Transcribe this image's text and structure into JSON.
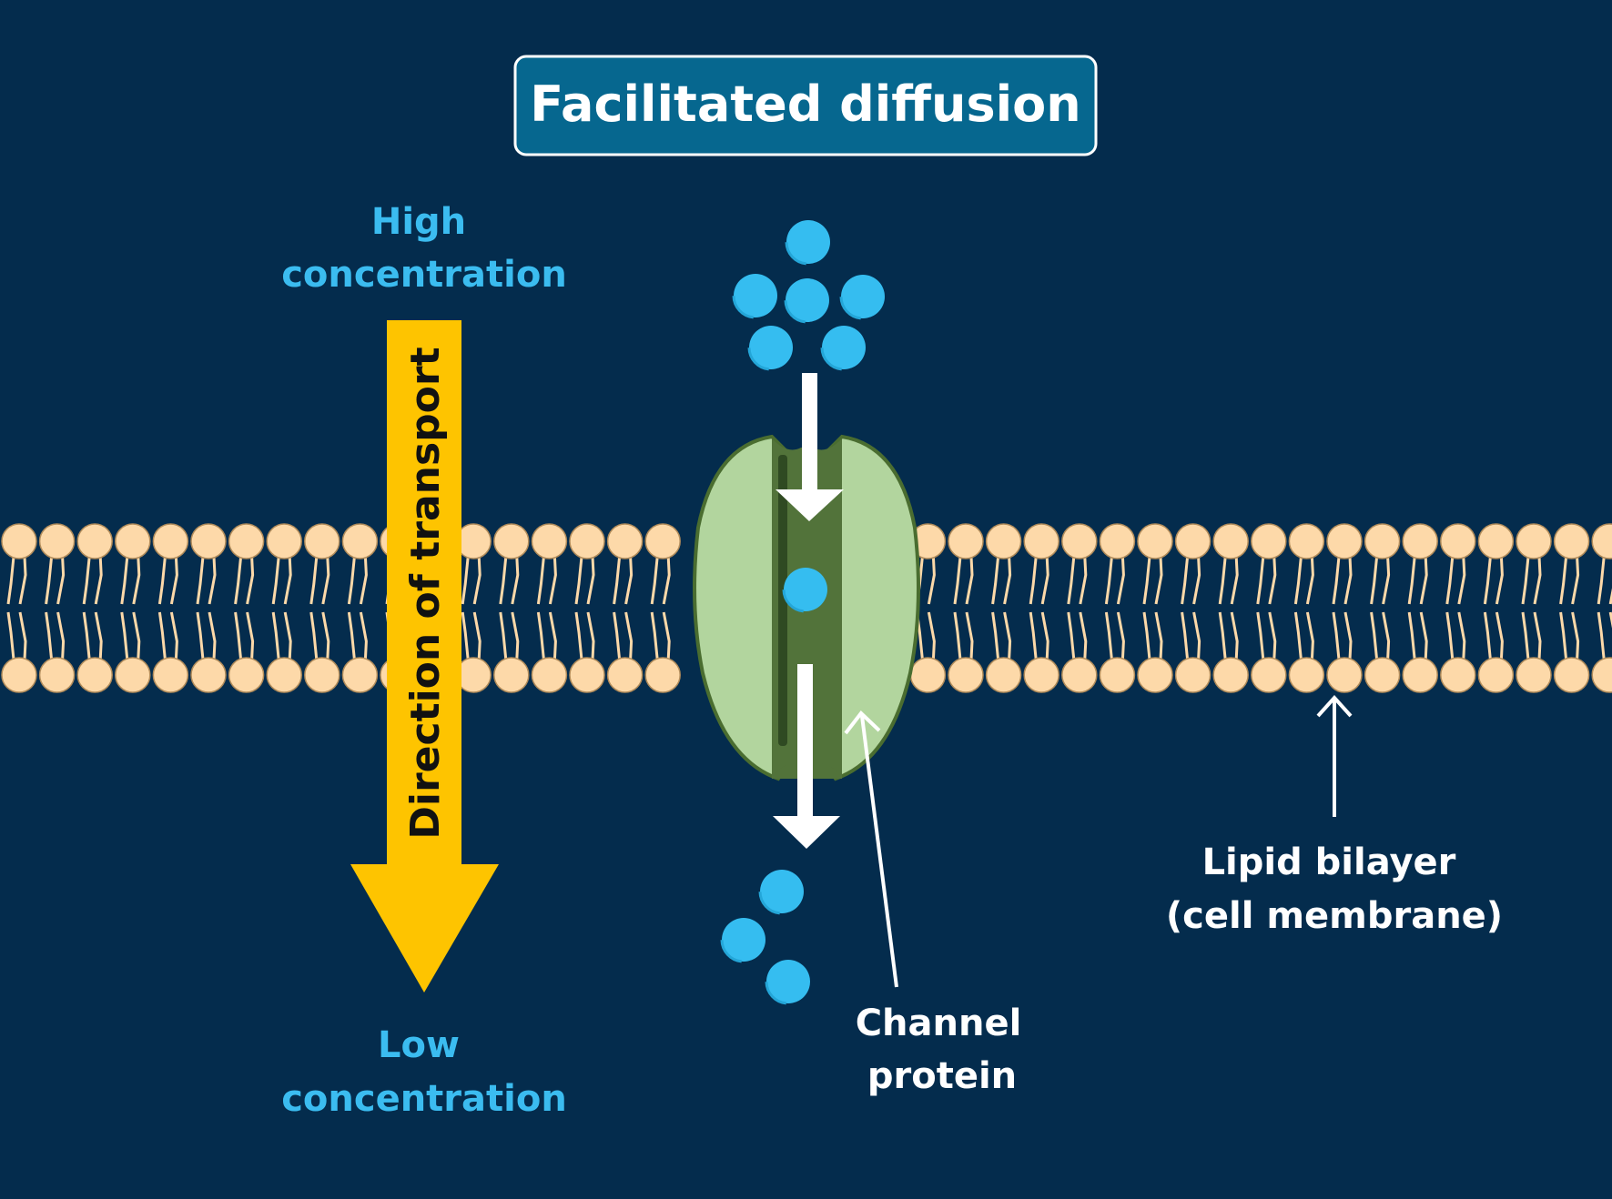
{
  "title": "Facilitated diffusion",
  "gradient": {
    "high_label_line1": "High",
    "high_label_line2": "concentration",
    "low_label_line1": "Low",
    "low_label_line2": "concentration",
    "arrow_label": "Direction of transport"
  },
  "labels": {
    "channel_line1": "Channel",
    "channel_line2": "protein",
    "bilayer_line1": "Lipid bilayer",
    "bilayer_line2": "(cell membrane)"
  },
  "colors": {
    "background": "#042c4d",
    "title_box": "#06678f",
    "molecule": "#35bdf0",
    "arrow_yellow": "#fec400",
    "label_blue": "#3bbcf0",
    "lipid_head": "#fdd9a9",
    "lipid_outline": "#b08b5a",
    "protein_light": "#b2d59e",
    "protein_dark": "#52733a",
    "protein_outline": "#4a6d30"
  }
}
